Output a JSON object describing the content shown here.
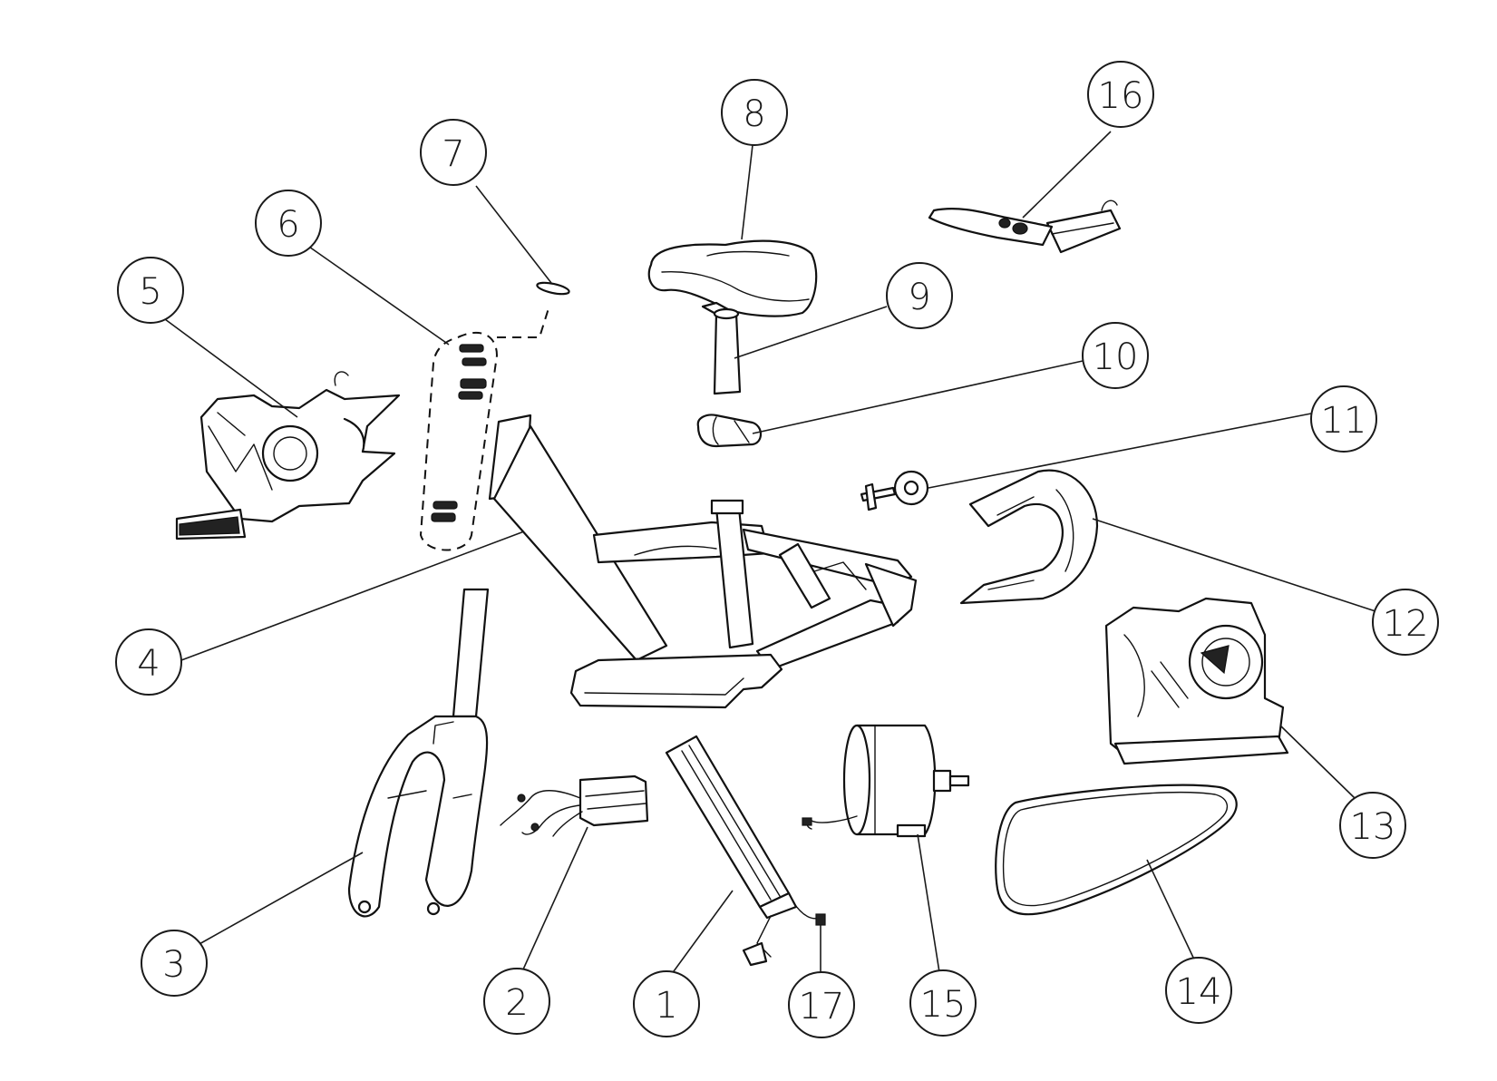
{
  "diagram": {
    "type": "exploded-parts-diagram",
    "colors": {
      "line": "#111111",
      "background": "#ffffff"
    },
    "callouts": [
      {
        "id": "1",
        "label": "1"
      },
      {
        "id": "2",
        "label": "2"
      },
      {
        "id": "3",
        "label": "3"
      },
      {
        "id": "4",
        "label": "4"
      },
      {
        "id": "5",
        "label": "5"
      },
      {
        "id": "6",
        "label": "6"
      },
      {
        "id": "7",
        "label": "7"
      },
      {
        "id": "8",
        "label": "8"
      },
      {
        "id": "9",
        "label": "9"
      },
      {
        "id": "10",
        "label": "10"
      },
      {
        "id": "11",
        "label": "11"
      },
      {
        "id": "12",
        "label": "12"
      },
      {
        "id": "13",
        "label": "13"
      },
      {
        "id": "14",
        "label": "14"
      },
      {
        "id": "15",
        "label": "15"
      },
      {
        "id": "16",
        "label": "16"
      },
      {
        "id": "17",
        "label": "17"
      }
    ]
  }
}
